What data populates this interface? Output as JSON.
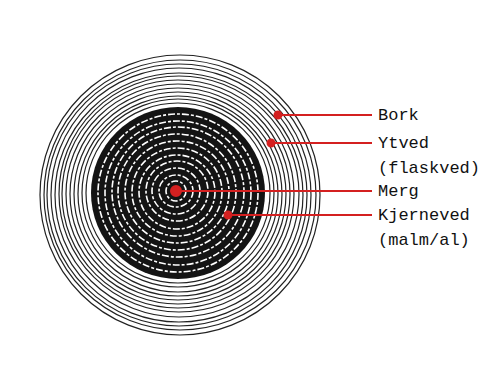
{
  "diagram": {
    "labels": [
      "Bork",
      "Ytved (flaskved)",
      "Merg",
      "Kjerneved (malm/al)"
    ]
  }
}
